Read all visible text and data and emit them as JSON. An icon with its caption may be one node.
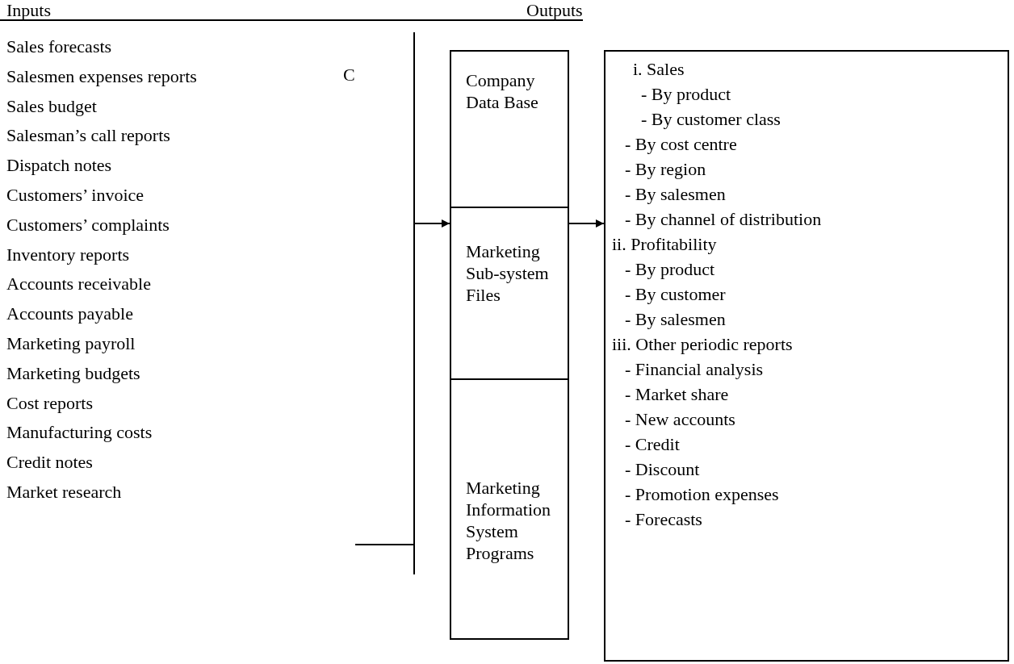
{
  "diagram": {
    "nodes": [
      {
        "text": [
          "Sales forecasts",
          "Salesmen expenses reports",
          "Sales budget",
          "Salesman’s call reports",
          "Dispatch notes",
          "Customers’ invoice",
          "Customers’ complaints",
          "Inventory reports",
          "Accounts receivable",
          "Accounts payable",
          "Marketing payroll",
          "Marketing budgets",
          "Cost reports",
          "Manufacturing costs",
          "Credit notes",
          "Market research"
        ]
      },
      {
        "text": [
          "Company Data Base"
        ]
      },
      {
        "text": [
          "Marketing Sub-system Files"
        ]
      },
      {
        "text": [
          "Marketing Information System Programs"
        ]
      },
      {
        "text": [
          "i. Sales",
          "- By product",
          "- By customer class",
          "- By cost centre",
          "- By region",
          "- By salesmen",
          "- By channel of distribution",
          "ii. Profitability",
          "- By product",
          "- By customer",
          "- By salesmen",
          "iii. Other periodic reports",
          "- Financial analysis",
          "- Market share",
          "- New accounts",
          "- Credit",
          "- Discount",
          "- Promotion expenses",
          "- Forecasts"
        ]
      }
    ],
    "edges": [
      {
        "from": null,
        "to": 2,
        "arrow": "to"
      },
      {
        "from": 2,
        "to": 4,
        "arrow": "to"
      }
    ],
    "labels": [
      "Inputs",
      "Outputs",
      "C"
    ]
  }
}
